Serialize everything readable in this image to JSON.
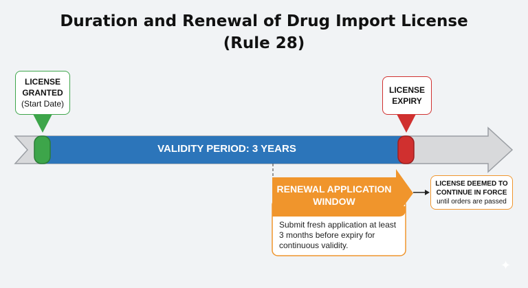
{
  "title": {
    "line1": "Duration and Renewal of Drug Import License",
    "line2": "(Rule 28)"
  },
  "start_callout": {
    "line1": "LICENSE",
    "line2": "GRANTED",
    "line3": "(Start Date)"
  },
  "expiry_callout": {
    "line1": "LICENSE",
    "line2": "EXPIRY"
  },
  "timeline": {
    "label": "VALIDITY PERIOD: 3 YEARS"
  },
  "renewal": {
    "header_line1": "RENEWAL APPLICATION",
    "header_line2": "WINDOW",
    "body": "Submit fresh application at least 3 months before expiry for continuous validity."
  },
  "deemed": {
    "line1": "LICENSE DEEMED TO",
    "line2": "CONTINUE IN FORCE",
    "line3": "until orders are passed"
  },
  "colors": {
    "blue": "#2c75ba",
    "green": "#3da54a",
    "red": "#d0302f",
    "orange": "#f0952c",
    "gray": "#d8d9db"
  }
}
